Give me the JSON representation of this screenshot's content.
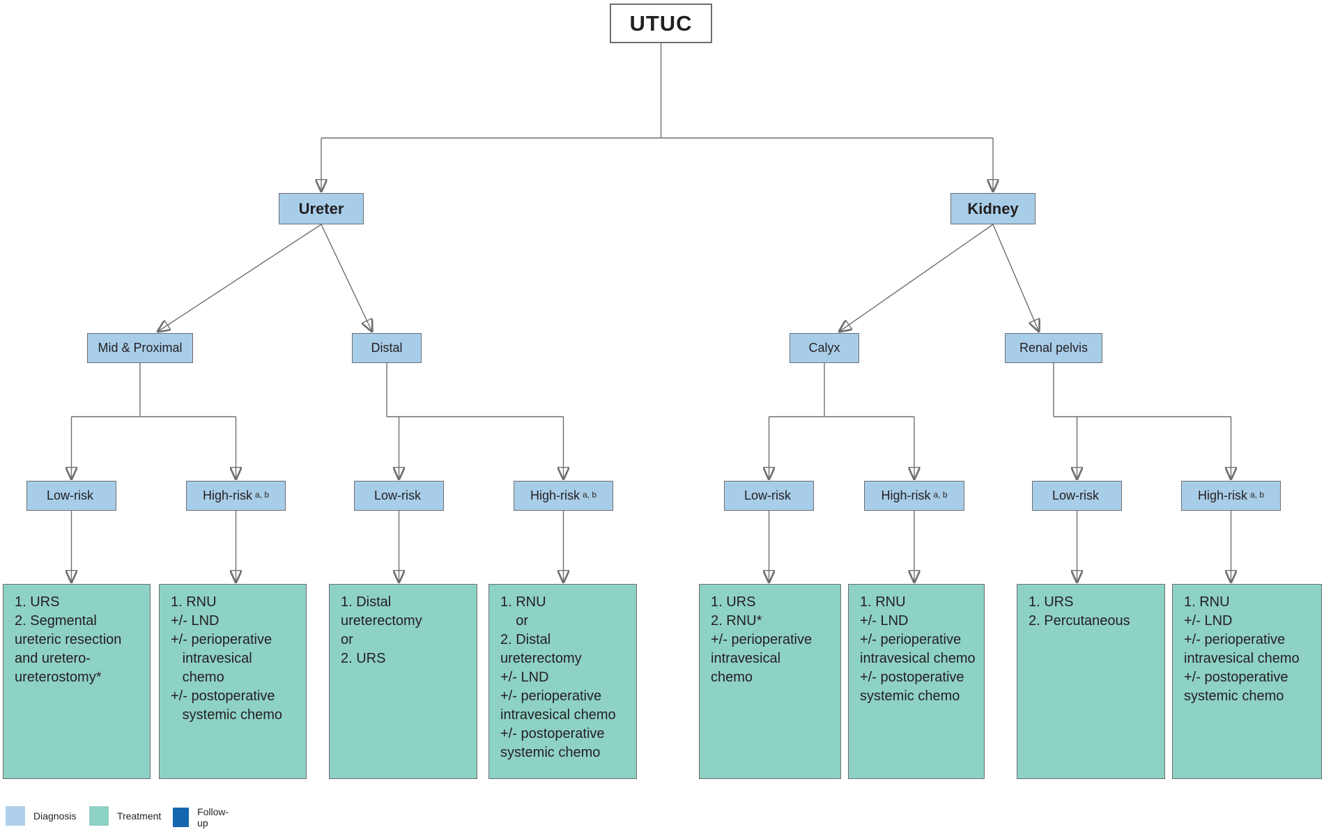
{
  "root": {
    "label": "UTUC"
  },
  "organs": {
    "ureter": "Ureter",
    "kidney": "Kidney"
  },
  "segments": {
    "mid_proximal": "Mid & Proximal",
    "distal": "Distal",
    "calyx": "Calyx",
    "renal_pelvis": "Renal pelvis"
  },
  "risk_nodes": [
    {
      "label": "Low-risk",
      "sup": ""
    },
    {
      "label": "High-risk",
      "sup": "a, b"
    },
    {
      "label": "Low-risk",
      "sup": ""
    },
    {
      "label": "High-risk",
      "sup": "a, b"
    },
    {
      "label": "Low-risk",
      "sup": ""
    },
    {
      "label": "High-risk",
      "sup": "a, b"
    },
    {
      "label": "Low-risk",
      "sup": ""
    },
    {
      "label": "High-risk",
      "sup": "a, b"
    }
  ],
  "treatments": [
    {
      "text": "1. URS\n2. Segmental\nureteric resection\nand uretero-\nureterostomy*"
    },
    {
      "text": "1. RNU\n+/- LND\n+/- perioperative\n   intravesical\n   chemo\n+/- postoperative\n   systemic chemo"
    },
    {
      "text": "1. Distal\nureterectomy\nor\n2. URS"
    },
    {
      "text": "1. RNU\n    or\n2. Distal\nureterectomy\n+/- LND\n+/- perioperative\nintravesical chemo\n+/- postoperative\nsystemic chemo"
    },
    {
      "text": "1. URS\n2. RNU*\n+/- perioperative\nintravesical\nchemo"
    },
    {
      "text": "1. RNU\n+/- LND\n+/- perioperative\nintravesical chemo\n+/- postoperative\nsystemic chemo"
    },
    {
      "text": "1. URS\n2. Percutaneous"
    },
    {
      "text": "1. RNU\n+/- LND\n+/- perioperative\nintravesical chemo\n+/- postoperative\nsystemic chemo"
    }
  ],
  "legend": {
    "items": [
      {
        "label": "Diagnosis",
        "color": "#aed0ec"
      },
      {
        "label": "Treatment",
        "color": "#8ed1c5"
      },
      {
        "label": "Follow-up",
        "color": "#1467ae"
      }
    ]
  }
}
